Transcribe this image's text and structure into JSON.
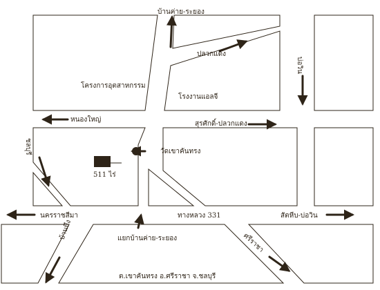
{
  "map": {
    "ink_color": "#2e2418",
    "background_color": "#ffffff",
    "roads": {
      "ban_khai_rayong_north": "บ้านค่าย-ระยอง",
      "pluak_daeng": "ปลวกแดง",
      "bo_win": "บ่อวิน",
      "nong_yai": "หนองใหญ่",
      "surasak_pluak_daeng": "สุรศักดิ์-ปลวกแดง",
      "chonburi": "ชลบุรี",
      "nakhon_ratchasima": "นครราชสีมา",
      "highway_331": "ทางหลวง 331",
      "sattahip_bo_win": "สัตหีบ-บ่อวิน",
      "yaek_ban_khai_rayong": "แยกบ้านค่าย-ระยอง",
      "bang_bueng": "บ้านบึง",
      "si_racha": "ศรีราชา"
    },
    "places": {
      "industrial_project": "โครงการอุตสาหกรรม",
      "lpg_plant": "โรงงานแอลจี",
      "wat": "วัดเขาคันทรง",
      "plot_size": "511 ไร่",
      "location": "ต.เขาคันทรง อ.ศรีราชา จ.ชลบุรี"
    },
    "icons": [
      "temple-marker-icon",
      "plot-marker-icon",
      "direction-arrow-icon"
    ]
  }
}
